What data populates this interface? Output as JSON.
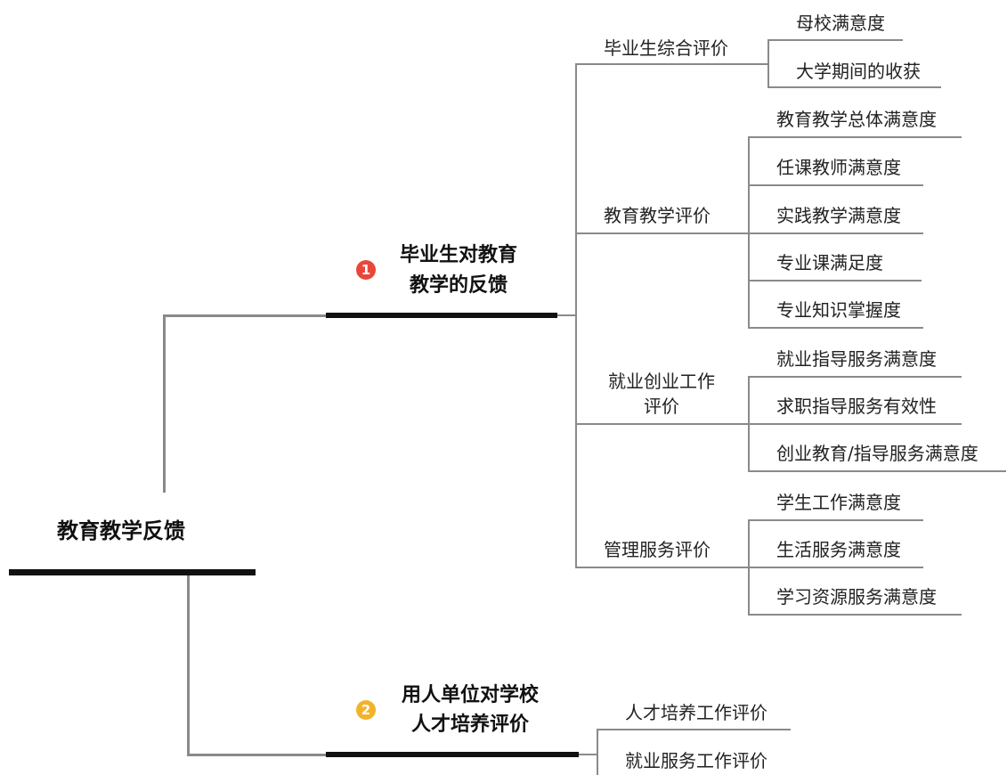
{
  "root": {
    "label": "教育教学反馈"
  },
  "branches": [
    {
      "badge": "1",
      "badge_color": "#e8473a",
      "title_line1": "毕业生对教育",
      "title_line2": "教学的反馈",
      "groups": [
        {
          "label": "毕业生综合评价",
          "items": [
            "母校满意度",
            "大学期间的收获"
          ]
        },
        {
          "label": "教育教学评价",
          "items": [
            "教育教学总体满意度",
            "任课教师满意度",
            "实践教学满意度",
            "专业课满足度",
            "专业知识掌握度"
          ]
        },
        {
          "label_line1": "就业创业工作",
          "label_line2": "评价",
          "items": [
            "就业指导服务满意度",
            "求职指导服务有效性",
            "创业教育/指导服务满意度"
          ]
        },
        {
          "label": "管理服务评价",
          "items": [
            "学生工作满意度",
            "生活服务满意度",
            "学习资源服务满意度"
          ]
        }
      ]
    },
    {
      "badge": "2",
      "badge_color": "#f2b32b",
      "title_line1": "用人单位对学校",
      "title_line2": "人才培养评价",
      "items": [
        "人才培养工作评价",
        "就业服务工作评价"
      ]
    }
  ]
}
